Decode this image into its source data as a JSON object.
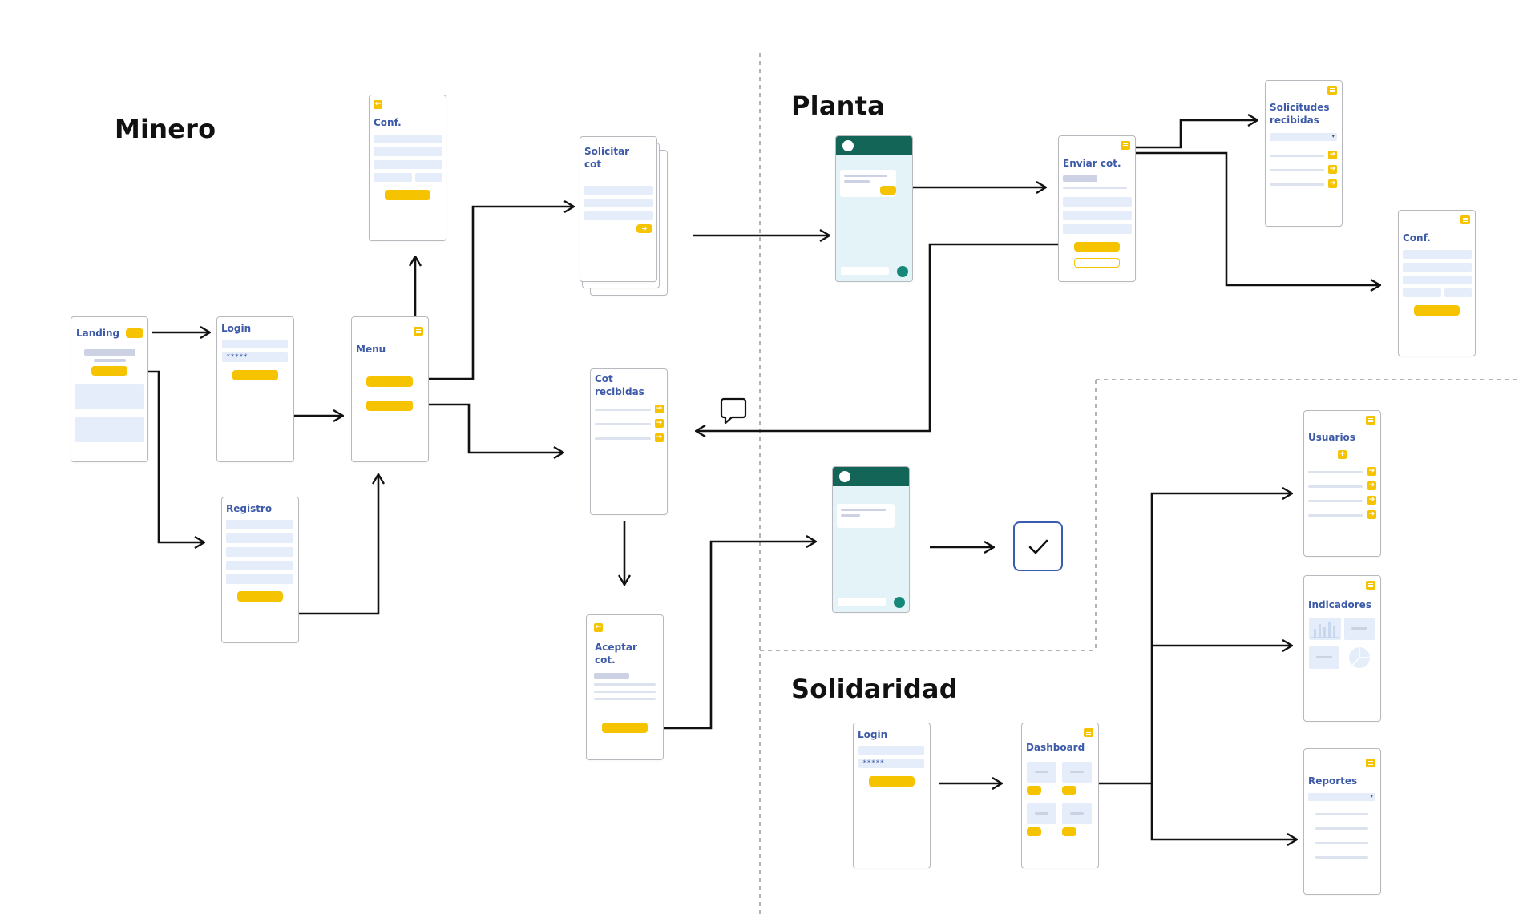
{
  "sections": {
    "minero": "Minero",
    "planta": "Planta",
    "solidaridad": "Solidaridad"
  },
  "screens": {
    "minero_landing": "Landing",
    "minero_login": "Login",
    "minero_password": "*****",
    "minero_registro": "Registro",
    "minero_menu": "Menu",
    "minero_conf": "Conf.",
    "minero_solicitar": "Solicitar cot",
    "minero_cot_recibidas": "Cot recibidas",
    "minero_aceptar": "Aceptar cot.",
    "planta_enviar": "Enviar cot.",
    "planta_solicitudes": "Solicitudes recibidas",
    "planta_conf": "Conf.",
    "sol_login": "Login",
    "sol_password": "*****",
    "sol_dashboard": "Dashboard",
    "sol_usuarios": "Usuarios",
    "sol_indicadores": "Indicadores",
    "sol_reportes": "Reportes"
  },
  "icons": {
    "arrow": "arrow-right-icon",
    "menu": "menu-icon",
    "back": "back-icon",
    "add": "plus-icon",
    "check": "check-icon",
    "chat": "chat-bubble-icon",
    "dropdown": "chevron-down-icon"
  },
  "glyphs": {
    "arrow": "➔",
    "back": "←",
    "plus": "+",
    "dropdown": "▾"
  },
  "colors": {
    "accent_yellow": "#f6c300",
    "title_blue": "#3d5aa8",
    "chat_green": "#136558",
    "field_blue": "#e4edf9",
    "frame_grey": "#b7b9bf"
  }
}
